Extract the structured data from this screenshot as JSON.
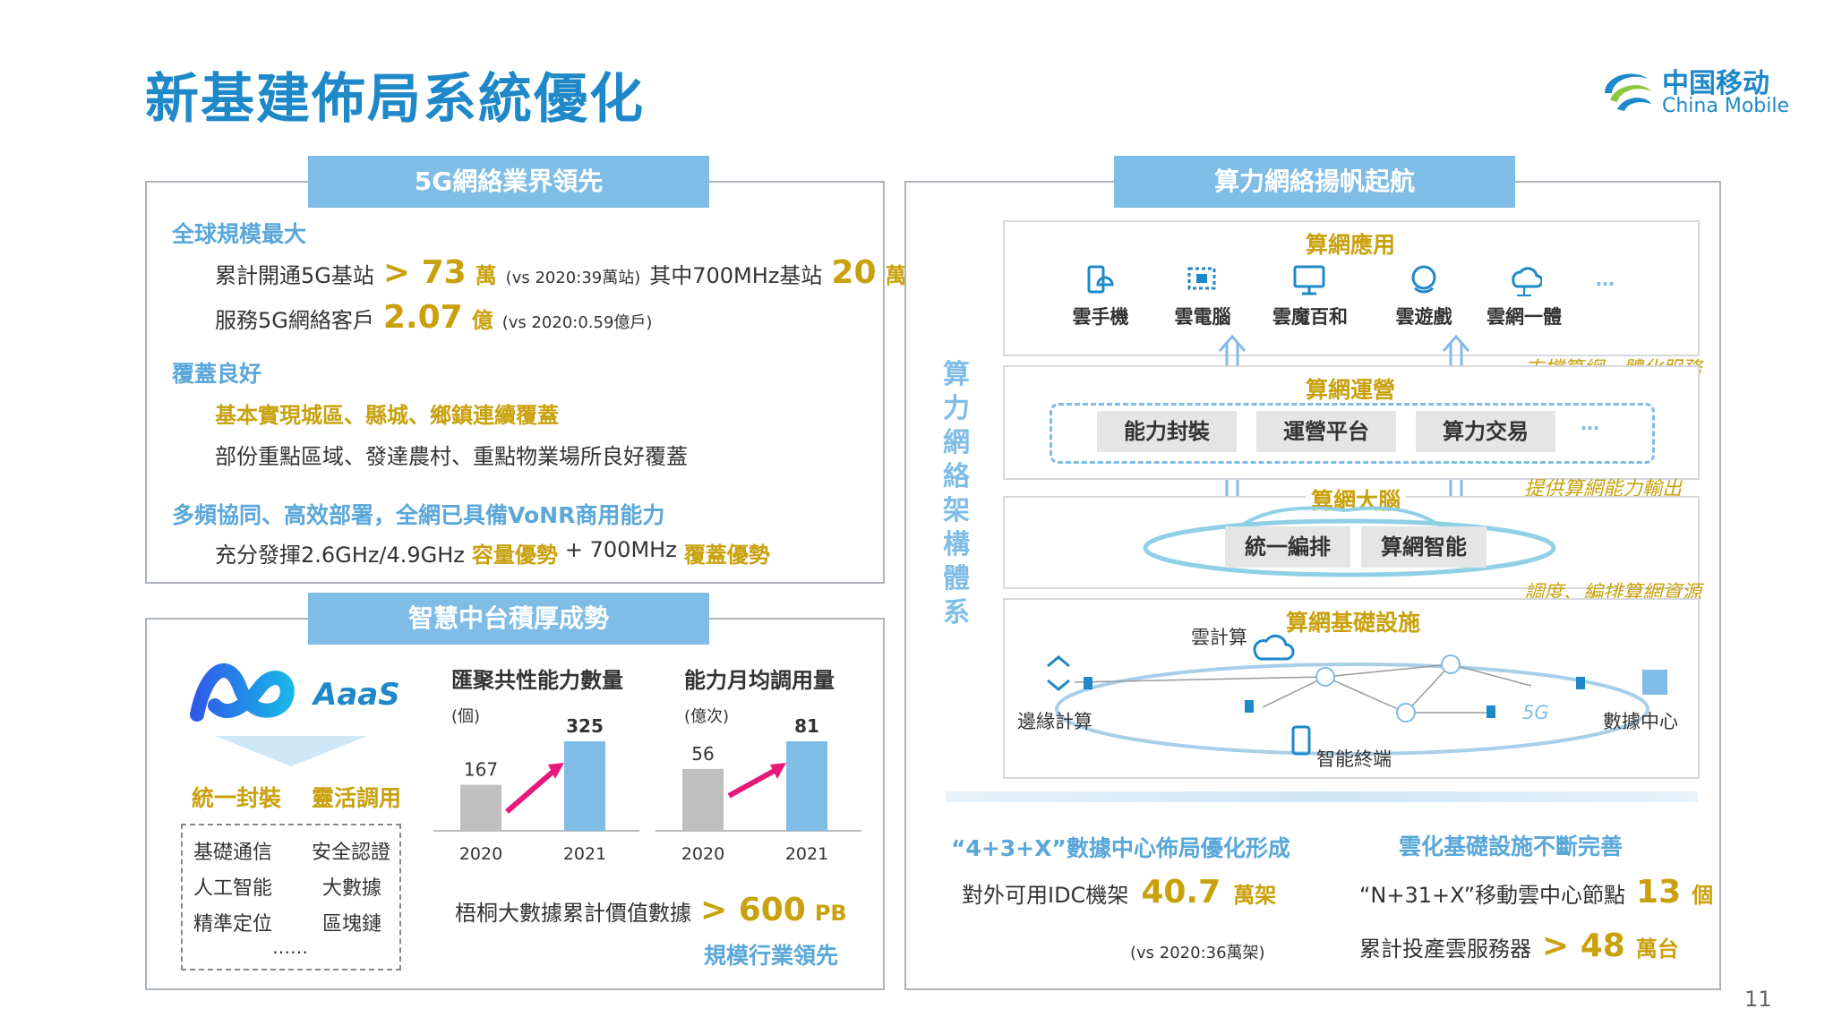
{
  "page_title": "新基建佈局系統優化",
  "logo": {
    "cn": "中国移动",
    "en": "China Mobile"
  },
  "page_number": "11",
  "panel_5g": {
    "title": "5G網絡業界領先",
    "h1": "全球規模最大",
    "l1_a": "累計開通5G基站",
    "l1_v": "> 73",
    "l1_u": "萬",
    "l1_vs": "(vs 2020:39萬站)",
    "l1_b": "其中700MHz基站",
    "l1_v2": "20",
    "l1_u2": "萬",
    "l2_a": "服務5G網絡客戶",
    "l2_v": "2.07",
    "l2_u": "億",
    "l2_vs": "(vs 2020:0.59億戶)",
    "h2": "覆蓋良好",
    "l3": "基本實現城區、縣城、鄉鎮連續覆蓋",
    "l4": "部份重點區域、發達農村、重點物業場所良好覆蓋",
    "h3": "多頻協同、高效部署，全網已具備VoNR商用能力",
    "l5_a": "充分發揮2.6GHz/4.9GHz",
    "l5_b": "容量優勢",
    "l5_c": "+ 700MHz",
    "l5_d": "覆蓋優勢"
  },
  "panel_mid": {
    "title": "智慧中台積厚成勢",
    "aaas": "AaaS",
    "tag1": "統一封裝",
    "tag2": "靈活調用",
    "caps": [
      "基礎通信",
      "安全認證",
      "人工智能",
      "大數據",
      "精準定位",
      "區塊鏈"
    ],
    "more": "……",
    "chart1_title": "匯聚共性能力數量",
    "chart1_unit": "(個)",
    "chart2_title": "能力月均調用量",
    "chart2_unit": "(億次)",
    "bd_text": "梧桐大數據累計價值數據",
    "bd_v": "> 600",
    "bd_u": "PB",
    "bd_note": "規模行業領先"
  },
  "chart_data": [
    {
      "type": "bar",
      "title": "匯聚共性能力數量",
      "ylabel": "(個)",
      "categories": [
        "2020",
        "2021"
      ],
      "values": [
        167,
        325
      ],
      "colors": [
        "#bfbfbf",
        "#7fbde6"
      ]
    },
    {
      "type": "bar",
      "title": "能力月均調用量",
      "ylabel": "(億次)",
      "categories": [
        "2020",
        "2021"
      ],
      "values": [
        56,
        81
      ],
      "colors": [
        "#bfbfbf",
        "#7fbde6"
      ]
    }
  ],
  "panel_right": {
    "title": "算力網絡揚帆起航",
    "arch": [
      "算",
      "力",
      "網",
      "絡",
      "架",
      "構",
      "體",
      "系"
    ],
    "app_title": "算網應用",
    "apps": [
      "雲手機",
      "雲電腦",
      "雲魔百和",
      "雲遊戲",
      "雲網一體"
    ],
    "apps_more": "…",
    "side1": "支撐算網一體化服務",
    "ops_title": "算網運營",
    "ops": [
      "能力封裝",
      "運營平台",
      "算力交易"
    ],
    "ops_more": "…",
    "side2": "提供算網能力輸出",
    "brain_title": "算網大腦",
    "brain": [
      "統一編排",
      "算網智能"
    ],
    "side3": "調度、編排算網資源",
    "infra_title": "算網基礎設施",
    "infra_labels": {
      "cloud": "雲計算",
      "edge": "邊緣計算",
      "dc": "數據中心",
      "terminal": "智能終端",
      "g5": "5G"
    },
    "dc_h": "“4+3+X”數據中心佈局優化形成",
    "dc_text": "對外可用IDC機架",
    "dc_v": "40.7",
    "dc_u": "萬架",
    "dc_vs": "(vs 2020:36萬架)",
    "cloud_h": "雲化基礎設施不斷完善",
    "cloud_t1": "“N+31+X”移動雲中心節點",
    "cloud_v1": "13",
    "cloud_u1": "個",
    "cloud_t2": "累計投產雲服務器",
    "cloud_v2": "> 48",
    "cloud_u2": "萬台"
  },
  "colors": {
    "brand_blue": "#1e88c8",
    "gold": "#c9a10d",
    "light_blue": "#7fbde6",
    "grey_bar": "#bfbfbf",
    "arrow": "#e6197a"
  }
}
